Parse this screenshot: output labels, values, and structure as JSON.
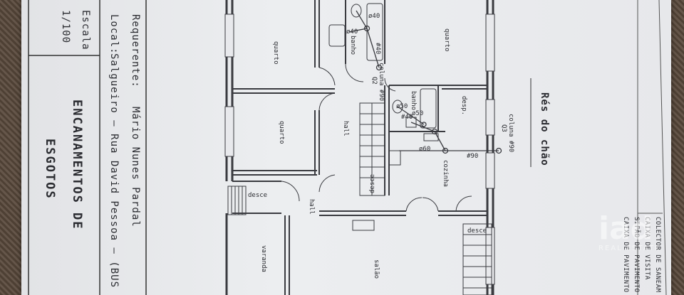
{
  "title_block": {
    "escala_label": "Escala",
    "escala_value": "1/100",
    "requerente_label": "Requerente:",
    "requerente_value": "Mário Nunes Pardal",
    "local_label": "Local:",
    "local_value": "Salgueiro — Rua David Pessoa — (BUS",
    "drawing_title_1": "ENCANAMENTOS DE",
    "drawing_title_2": "ESGOTOS"
  },
  "plan": {
    "floor_title": "Rés do chão",
    "rooms": {
      "quarto_top": "quarto",
      "quarto_left": "quarto",
      "quarto_mid": "quarto",
      "banho_top": "banho",
      "banho_mid": "banho",
      "desp": "desp.",
      "hall_1": "hall",
      "hall_2": "hall",
      "cozinha": "cozinha",
      "varanda": "varanda",
      "salao": "salão"
    },
    "labels": {
      "coluna_q2": "coluna #90",
      "q2": "Q2",
      "coluna_q3": "coluna #90",
      "q3": "Q3",
      "pipe_90": "#90",
      "pipe_40_a": "ø40",
      "pipe_40_b": "ø40",
      "pipe_40_c": "#40",
      "pipe_50_a": "ø50",
      "pipe_50_b": "ø50",
      "pipe_60": "ø60",
      "pipe_40_d": "#40",
      "desce_1": "desce",
      "desce_2": "desce",
      "desce_3": "desce"
    }
  },
  "legend": {
    "items": [
      "COLECTOR DE SANEAM",
      "CAIXA DE VISITA",
      "SIFÃO DE PAVIMENTO",
      "CAIXA DE PAVIMENTO"
    ]
  },
  "watermark": {
    "brand": "iad",
    "sub": "REAL ESTATE"
  }
}
